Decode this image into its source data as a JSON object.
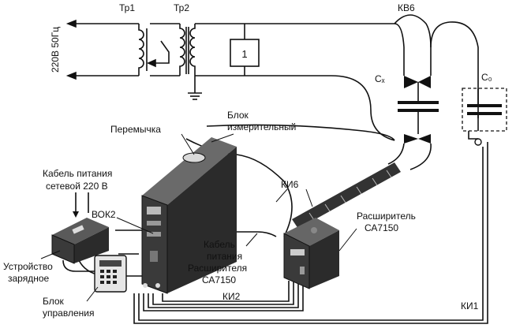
{
  "title": "",
  "labels": {
    "tp1": "Тр1",
    "tp2": "Тр2",
    "kv6": "КВ6",
    "supply": "220В 50Гц",
    "box1": "1",
    "cx": "Cₓ",
    "c0": "C₀",
    "peremychka": "Перемычка",
    "blok_line1": "Блок",
    "blok_line2": "измерительный",
    "cable_supply_line1": "Кабель питания",
    "cable_supply_line2": "сетевой 220 В",
    "vok2": "ВОК2",
    "ki6": "КИ6",
    "expander_line1": "Расширитель",
    "expander_line2": "СА7150",
    "cable_exp_line1": "Кабель",
    "cable_exp_line2": "питания",
    "cable_exp_line3": "Расширителя",
    "cable_exp_line4": "СА7150",
    "charger_line1": "Устройство",
    "charger_line2": "зарядное",
    "control_line1": "Блок",
    "control_line2": "управления",
    "ki2": "КИ2",
    "ki1": "КИ1"
  },
  "colors": {
    "line": "#111111",
    "device_dark": "#2b2b2b",
    "device_face": "#3a3a3a",
    "device_top": "#555555",
    "dashed_box": "#111111"
  }
}
